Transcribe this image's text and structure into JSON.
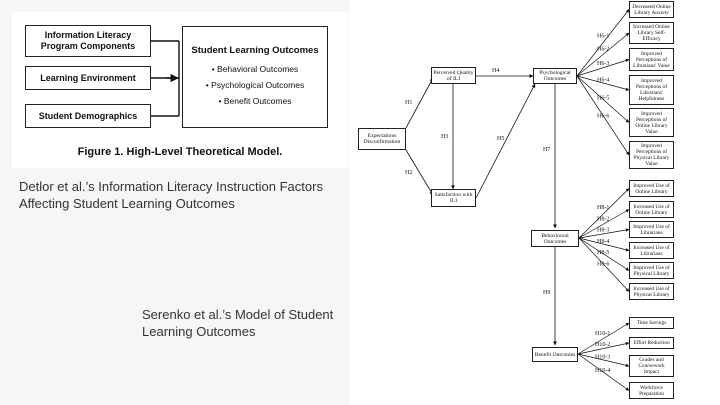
{
  "figure1": {
    "left_boxes": [
      "Information Literacy Program Components",
      "Learning Environment",
      "Student Demographics"
    ],
    "outcomes_title": "Student Learning Outcomes",
    "outcomes_items": [
      "• Behavioral Outcomes",
      "• Psychological Outcomes",
      "• Benefit Outcomes"
    ],
    "caption": "Figure 1. High-Level Theoretical Model."
  },
  "captions": {
    "detlor": "Detlor et al.’s Information Literacy Instruction Factors Affecting Student Learning Outcomes",
    "serenko": "Serenko et al.’s Model of Student Learning Outcomes"
  },
  "model": {
    "expectations": "Expectations Disconfirmation",
    "perceived_quality": "Perceived Quality of ILI",
    "satisfaction": "Satisfaction with ILI",
    "psychological": "Psychological Outcomes",
    "behavioural": "Behavioural Outcomes",
    "benefit": "Benefit Outcomes",
    "psych_outcomes": [
      "Decreased Online Library Anxiety",
      "Increased Online Library Self-Efficacy",
      "Improved Perceptions of Librarians' Value",
      "Improved Perceptions of Librarians' Helpfulness",
      "Improved Perceptions of Online Library Value",
      "Improved Perceptions of Physical Library Value"
    ],
    "behav_outcomes": [
      "Improved Use of Online Library",
      "Increased Use of Online Library",
      "Improved Use of Librarians",
      "Increased Use of Librarians",
      "Improved Use of Physical Library",
      "Increased Use of Physical Library"
    ],
    "benefit_outcomes": [
      "Time Savings",
      "Effort Reduction",
      "Grades and Coursework Impact",
      "Workforce Preparation"
    ],
    "hyp": {
      "H1": "H1",
      "H2": "H2",
      "H3": "H3",
      "H4": "H4",
      "H5": "H5",
      "H7": "H7",
      "H9": "H9",
      "H6": [
        "H6-1",
        "H6-2",
        "H6-3",
        "H6-4",
        "H6-5",
        "H6-6"
      ],
      "H8": [
        "H8-1",
        "H8-2",
        "H8-3",
        "H8-4",
        "H8-5",
        "H8-6"
      ],
      "H10": [
        "H10-1",
        "H10-2",
        "H10-3",
        "H10-4"
      ]
    }
  }
}
